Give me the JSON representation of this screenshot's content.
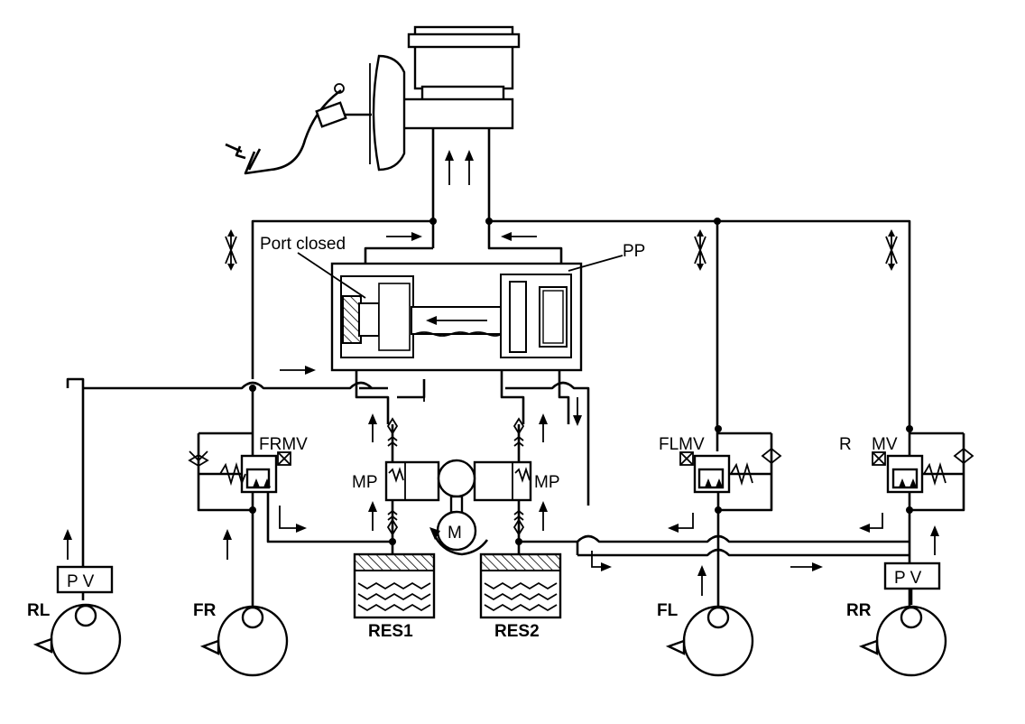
{
  "labels": {
    "port_closed": "Port closed",
    "pp": "PP",
    "frmv": "FRMV",
    "flmv": "FLMV",
    "r": "R",
    "mv": "MV",
    "mp_left": "MP",
    "mp_right": "MP",
    "motor": "M",
    "res1": "RES1",
    "res2": "RES2",
    "rl": "RL",
    "fr": "FR",
    "fl": "FL",
    "rr": "RR",
    "pv_left": "P V",
    "pv_right": "P V"
  },
  "colors": {
    "line": "#000000",
    "background": "#ffffff"
  }
}
